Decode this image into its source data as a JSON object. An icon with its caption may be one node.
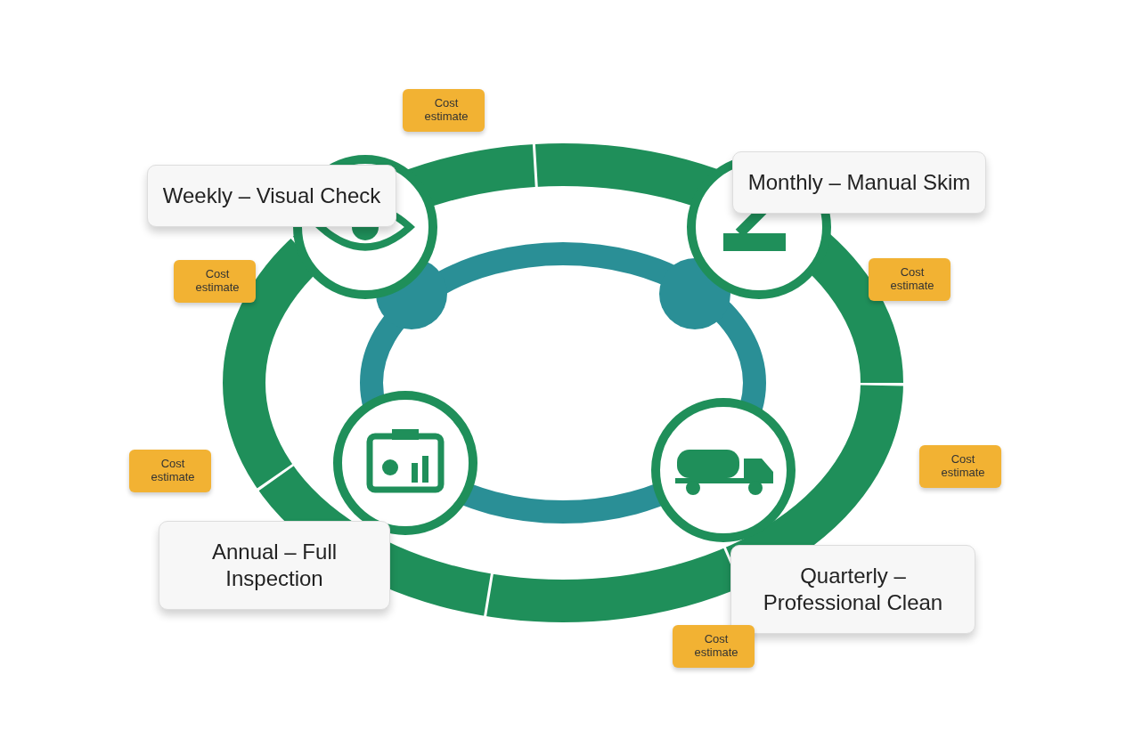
{
  "diagram": {
    "nodes": [
      {
        "text": [
          "Weekly – Visual Check"
        ]
      },
      {
        "text": [
          "Cost estimate"
        ]
      },
      {
        "text": [
          "Monthly – Manual Skim"
        ]
      },
      {
        "text": [
          "Cost estimate"
        ]
      },
      {
        "text": [
          "Cost estimate"
        ]
      },
      {
        "text": [
          "Cost estimate"
        ]
      },
      {
        "text": [
          "Cost estimate"
        ]
      },
      {
        "text": [
          "Annual – Full Inspection"
        ]
      },
      {
        "text": [
          "Quarterly – Professional Clean"
        ]
      },
      {
        "text": [
          "Cost estimate"
        ]
      }
    ]
  }
}
